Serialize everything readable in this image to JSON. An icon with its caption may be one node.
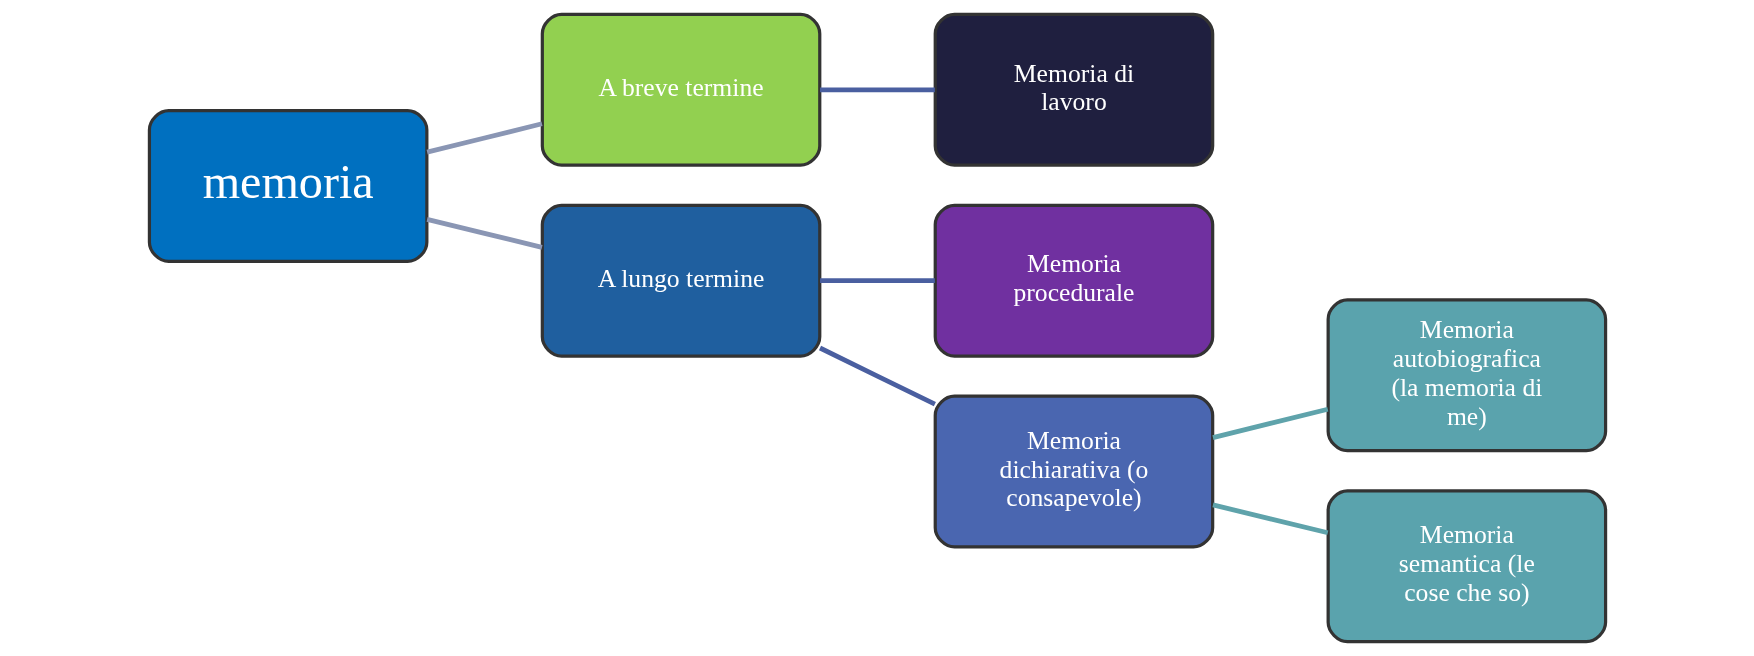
{
  "diagram": {
    "nodes": [
      {
        "text": [
          "memoria"
        ]
      },
      {
        "text": [
          "A breve termine"
        ]
      },
      {
        "text": [
          "A lungo termine"
        ]
      },
      {
        "text": [
          "Memoria di lavoro"
        ]
      },
      {
        "text": [
          "Memoria procedurale"
        ]
      },
      {
        "text": [
          "Memoria dichiarativa (o consapevole)"
        ]
      },
      {
        "text": [
          "Memoria autobiografica (la memoria di me)"
        ]
      },
      {
        "text": [
          "Memoria semantica (le cose che so)"
        ]
      }
    ],
    "edges": [
      {
        "from": 0,
        "to": 1,
        "arrow": "none",
        "color": "#8a96b4"
      },
      {
        "from": 0,
        "to": 2,
        "arrow": "none",
        "color": "#8a96b4"
      },
      {
        "from": 1,
        "to": 3,
        "arrow": "none"
      },
      {
        "from": 2,
        "to": 4,
        "arrow": "none"
      },
      {
        "from": 2,
        "to": 5,
        "arrow": "none"
      },
      {
        "from": 5,
        "to": 6,
        "arrow": "none",
        "color": "#5fa3ab"
      },
      {
        "from": 5,
        "to": 7,
        "arrow": "none",
        "color": "#5fa3ab"
      }
    ]
  }
}
